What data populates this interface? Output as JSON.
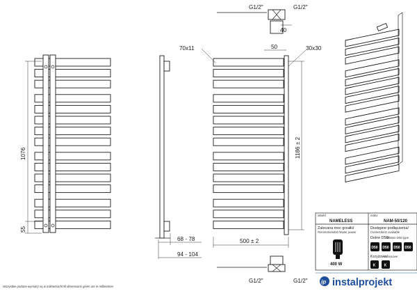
{
  "drawing": {
    "front_view": {
      "dims": {
        "height": "1076",
        "bottom": "55"
      }
    },
    "side_view": {
      "dims": {
        "depth_min": "68 - 78",
        "depth_max": "94 - 104"
      }
    },
    "rear_view": {
      "dims": {
        "width": "500  ± 2",
        "spacing": "1186  ± 2",
        "bar_section": "70x11",
        "tube_section": "30x30"
      },
      "connections_top": [
        "G1/2\"",
        "G1/2\""
      ],
      "connections_bottom": [
        "G1/2\"",
        "G1/2\""
      ],
      "pipe_dims": [
        "40",
        "50"
      ]
    }
  },
  "info_block": {
    "model_label": "Model",
    "model_value": "NAMELESS",
    "index_label": "Index",
    "index_value": "NAM-50/120",
    "power_label_pl": "Zalecana moc grzałki/",
    "power_label_en": "Recommended heater power",
    "power_value": "400 W",
    "connections_label_pl": "Dostępne podłączenia/",
    "connections_label_en": "Connections available",
    "bottom_label_pl": "Dolne D50/",
    "bottom_label_en": "Bottom D50 type",
    "bottom_badges": [
      "D50",
      "D50",
      "D50",
      "D50"
    ],
    "cross_label_pl": "Krzyżowe/",
    "cross_label_en": "Crossover",
    "cross_badges": [
      "K",
      "K"
    ]
  },
  "footer": {
    "note_pl": "Wszystkie podane wymiary są w milimetrach/",
    "note_en": "All dimensions given are in millimetres",
    "brand": "instalprojekt"
  },
  "colors": {
    "line": "#1a1a1a",
    "brand": "#1f4e9c"
  },
  "icons": {
    "brand_logo": "ip-logo-icon"
  }
}
